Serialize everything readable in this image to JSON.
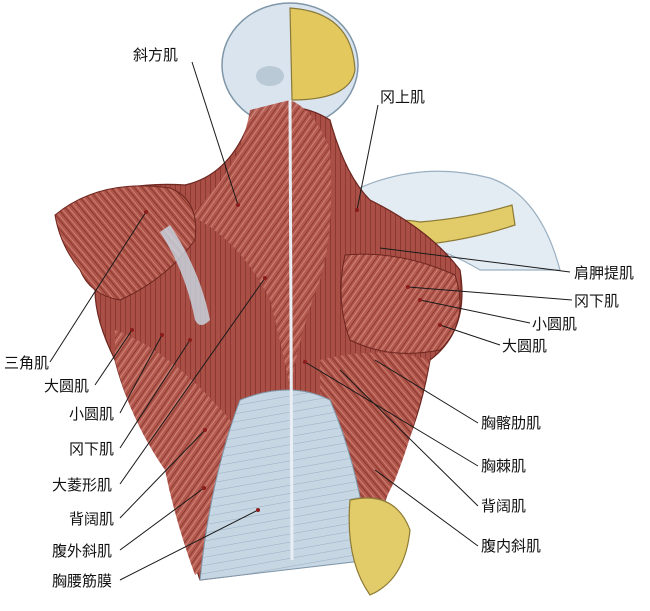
{
  "labels": {
    "trapezius": "斜方肌",
    "supraspinatus": "冈上肌",
    "levator_scapulae": "肩胛提肌",
    "infraspinatus_right": "冈下肌",
    "teres_minor_right": "小圆肌",
    "teres_major_right": "大圆肌",
    "iliocostalis": "胸髂肋肌",
    "spinalis": "胸棘肌",
    "latissimus_right": "背阔肌",
    "internal_oblique": "腹内斜肌",
    "deltoid": "三角肌",
    "teres_major_left": "大圆肌",
    "teres_minor_left": "小圆肌",
    "infraspinatus_left": "冈下肌",
    "rhomboid": "大菱形肌",
    "latissimus_left": "背阔肌",
    "external_oblique": "腹外斜肌",
    "thoracolumbar_fascia": "胸腰筋膜"
  },
  "colors": {
    "muscle": "#b5584c",
    "muscle_dark": "#7e2f28",
    "tendon": "#c9d9e6",
    "bone": "#e6cf6a",
    "background": "#ffffff"
  }
}
